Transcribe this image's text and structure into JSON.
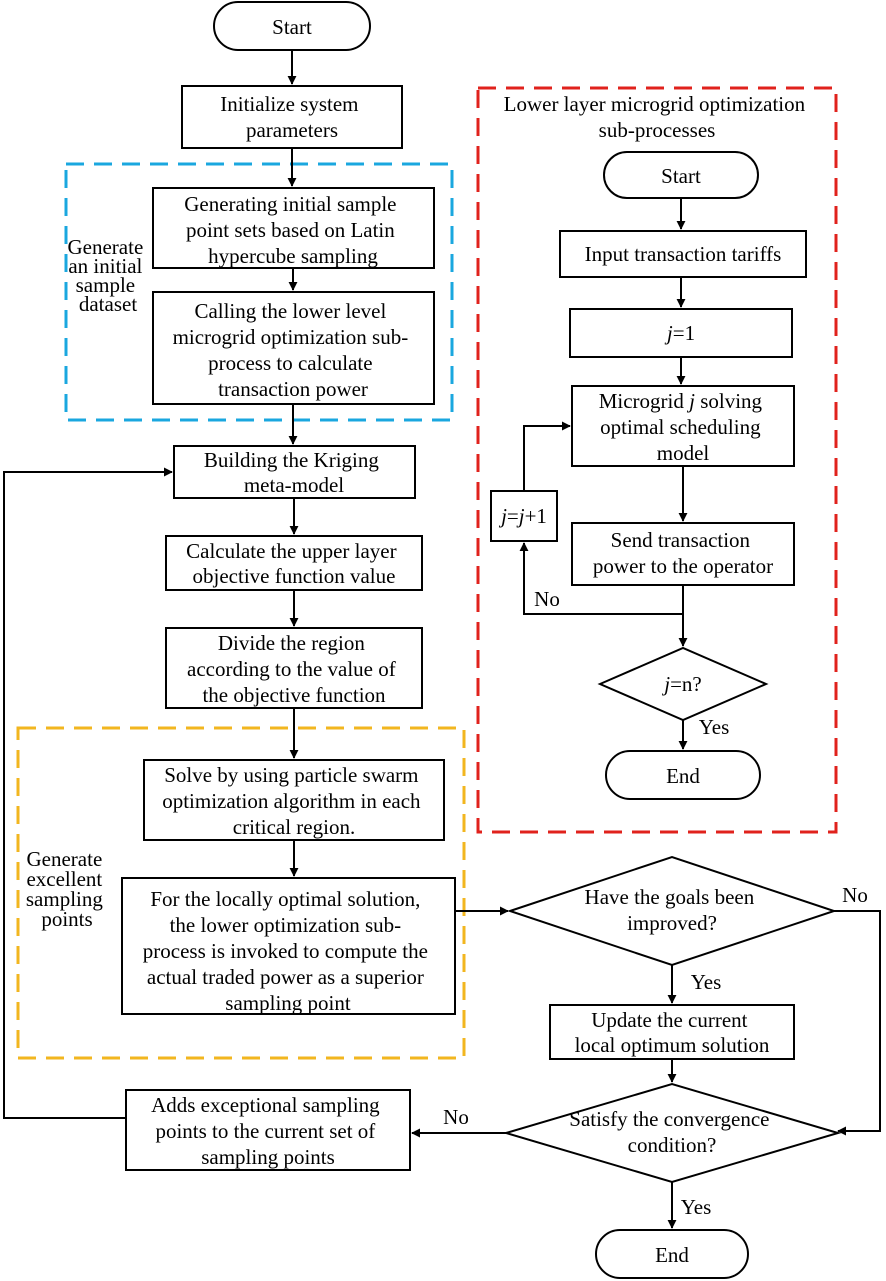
{
  "left_flow": {
    "start": "Start",
    "init": [
      "Initialize system",
      "parameters"
    ],
    "gen_initial": [
      "Generating initial sample",
      "point sets based on Latin",
      "hypercube sampling"
    ],
    "call_lower": [
      "Calling the lower level",
      "microgrid optimization sub-",
      "process to calculate",
      "transaction power"
    ],
    "kriging": [
      "Building the Kriging",
      "meta-model"
    ],
    "upper_obj": [
      "Calculate the upper layer",
      "objective function value"
    ],
    "divide": [
      "Divide the region",
      "according to the value of",
      "the objective function"
    ],
    "pso": [
      "Solve by using particle swarm",
      "optimization algorithm in each",
      "critical region."
    ],
    "local_opt": [
      "For the locally optimal solution,",
      "the lower optimization sub-",
      "process is invoked to compute the",
      "actual traded power as a superior",
      "sampling point"
    ],
    "adds": [
      "Adds exceptional sampling",
      "points to the current set of",
      "sampling points"
    ]
  },
  "groups": {
    "blue": [
      "Generate",
      "an initial",
      "sample",
      "dataset"
    ],
    "yellow": [
      "Generate",
      "excellent",
      "sampling",
      "points"
    ],
    "red": [
      "Lower layer microgrid optimization",
      "sub-processes"
    ]
  },
  "sub_flow": {
    "start": "Start",
    "input": "Input transaction tariffs",
    "j_italic": "j",
    "j_init_rest": "=1",
    "solve_line1_pre": "Microgrid ",
    "solve_line1_var": "j",
    "solve_line1_post": " solving",
    "solve_rest": [
      "optimal scheduling",
      "model"
    ],
    "send": [
      "Send transaction",
      "power to the operator"
    ],
    "jj_a": "j",
    "jj_b": "=",
    "jj_c": "j",
    "jj_d": "+1",
    "check_var": "j",
    "check_rest": "=n?",
    "end": "End",
    "no": "No",
    "yes": "Yes"
  },
  "right_flow": {
    "improved": [
      "Have the goals been",
      "improved?"
    ],
    "update": [
      "Update the current",
      "local optimum solution"
    ],
    "converge": [
      "Satisfy the convergence",
      "condition?"
    ],
    "end": "End"
  },
  "labels": {
    "no_improved": "No",
    "yes_improved": "Yes",
    "no_converge": "No",
    "yes_converge": "Yes"
  },
  "colors": {
    "blue_group": "#1aa7df",
    "yellow_group": "#f2b61f",
    "red_group": "#e0221c"
  }
}
